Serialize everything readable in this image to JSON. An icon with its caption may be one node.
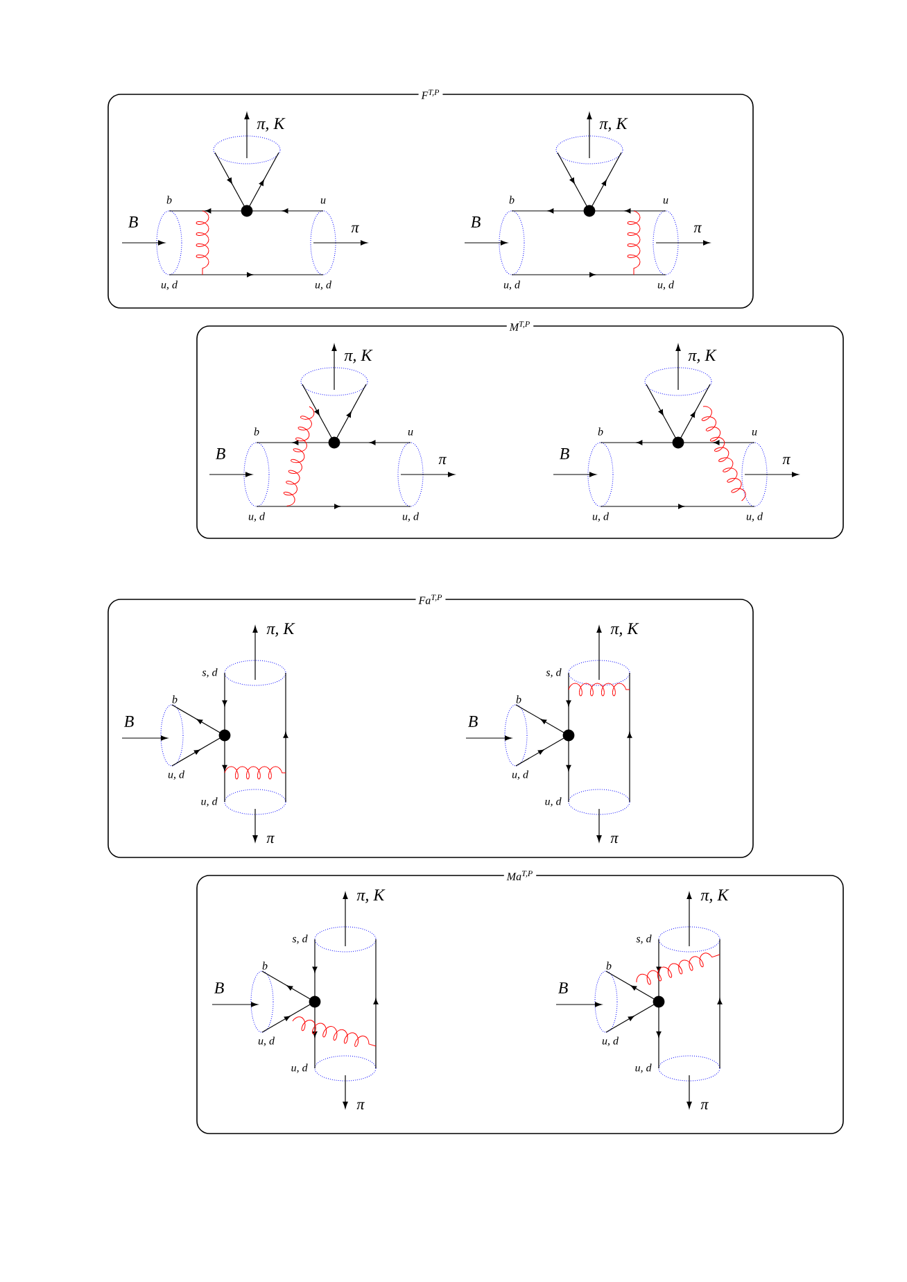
{
  "diagram": {
    "nodes": [
      {
        "text": [
          "F$^{T,P}$"
        ]
      },
      {
        "text": [
          "M$^{T,P}$"
        ]
      },
      {
        "text": [
          "Fa$^{T,P}$"
        ]
      },
      {
        "text": [
          "Ma$^{T,P}$"
        ]
      }
    ],
    "labels": [
      "π, K",
      "b",
      "u",
      "B",
      "π",
      "u, d",
      "u, d",
      "π, K",
      "b",
      "u",
      "B",
      "π",
      "u, d",
      "u, d",
      "π, K",
      "b",
      "u",
      "B",
      "π",
      "u, d",
      "u, d",
      "π, K",
      "b",
      "u",
      "B",
      "π",
      "u, d",
      "u, d",
      "π, K",
      "s, d",
      "b",
      "B",
      "u, d",
      "u, d",
      "π",
      "π, K",
      "s, d",
      "b",
      "B",
      "u, d",
      "u, d",
      "π",
      "π, K",
      "s, d",
      "b",
      "B",
      "u, d",
      "u, d",
      "π",
      "π, K",
      "s, d",
      "b",
      "B",
      "u, d",
      "u, d",
      "π"
    ]
  }
}
